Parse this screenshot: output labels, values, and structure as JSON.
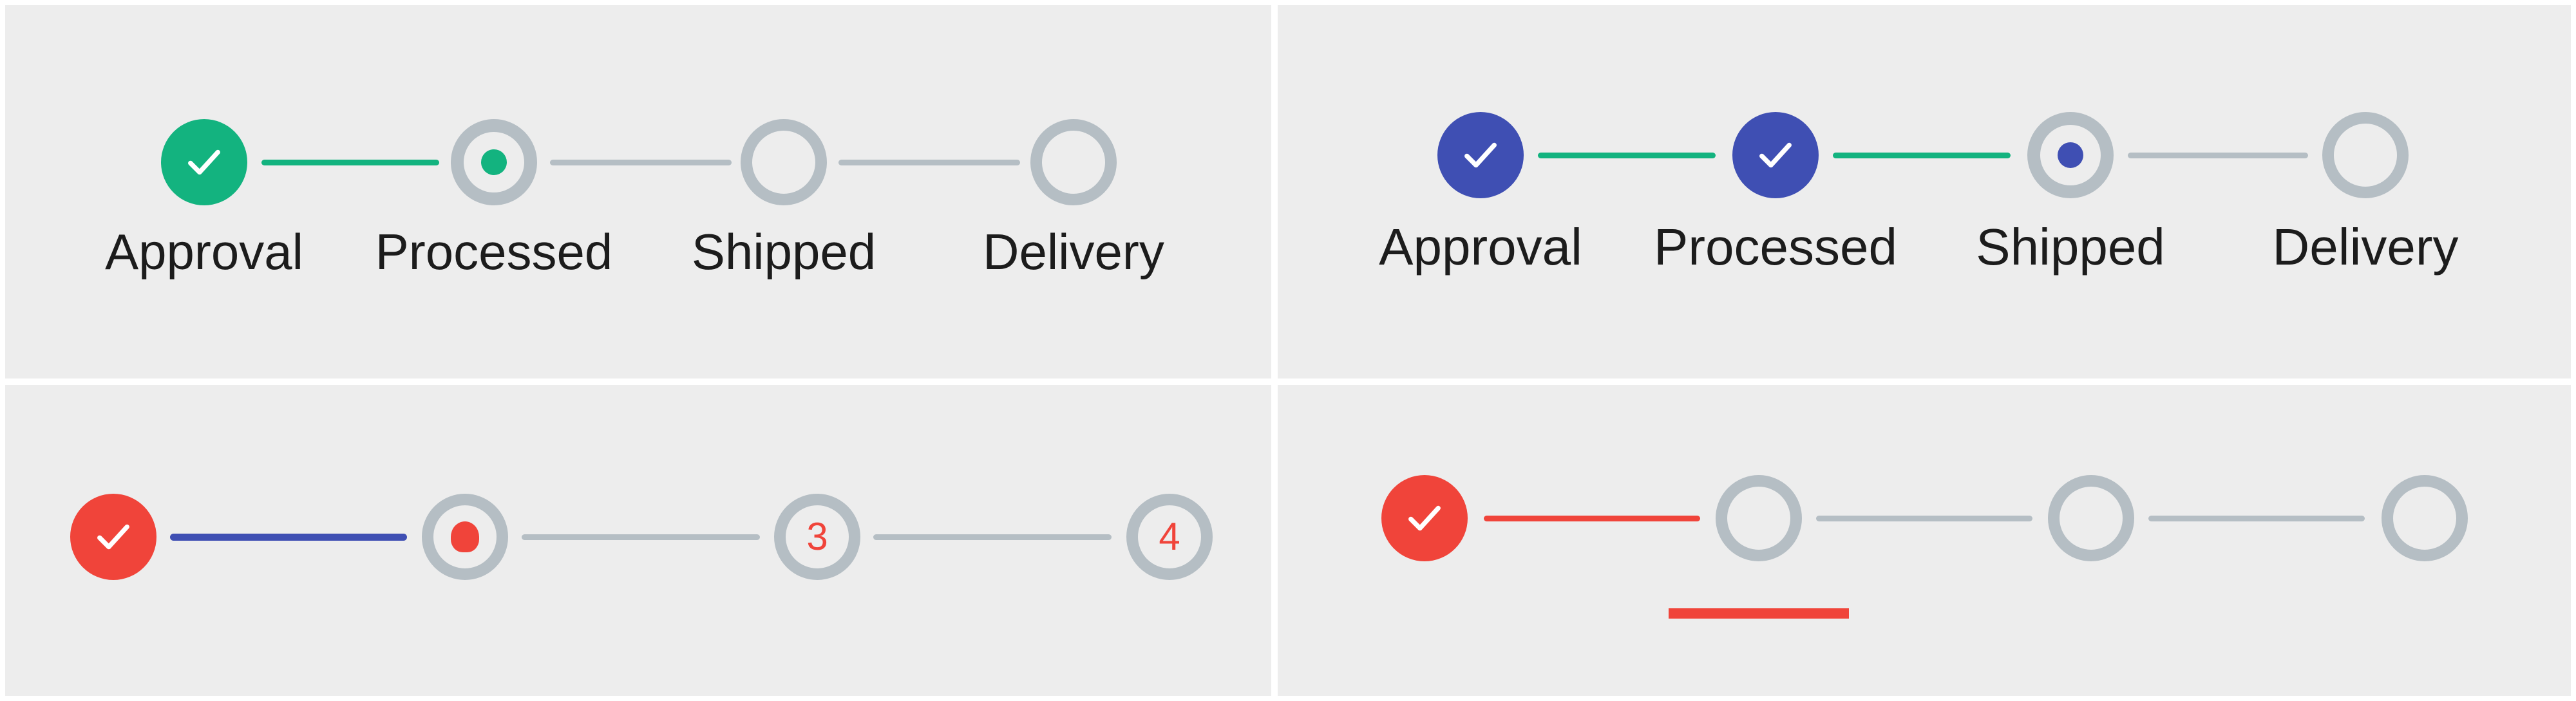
{
  "colors": {
    "green": "#13b37f",
    "indigo": "#3f4fb3",
    "red": "#f0443a",
    "inactive": "#b5bec4",
    "panel_bg": "#ededed"
  },
  "steppers": [
    {
      "name": "stepper-green",
      "steps": [
        {
          "label": "Approval",
          "state": "completed"
        },
        {
          "label": "Processed",
          "state": "active"
        },
        {
          "label": "Shipped",
          "state": "inactive"
        },
        {
          "label": "Delivery",
          "state": "inactive"
        }
      ]
    },
    {
      "name": "stepper-indigo",
      "steps": [
        {
          "label": "Approval",
          "state": "completed"
        },
        {
          "label": "Processed",
          "state": "completed"
        },
        {
          "label": "Shipped",
          "state": "active"
        },
        {
          "label": "Delivery",
          "state": "inactive"
        }
      ]
    },
    {
      "name": "stepper-numbered",
      "steps": [
        {
          "state": "completed"
        },
        {
          "state": "active"
        },
        {
          "state": "inactive",
          "number": "3"
        },
        {
          "state": "inactive",
          "number": "4"
        }
      ]
    },
    {
      "name": "stepper-underline",
      "steps": [
        {
          "state": "completed"
        },
        {
          "state": "current"
        },
        {
          "state": "inactive"
        },
        {
          "state": "inactive"
        }
      ]
    }
  ]
}
